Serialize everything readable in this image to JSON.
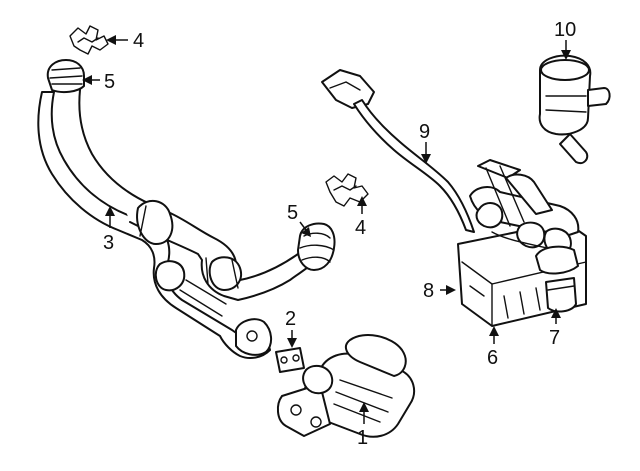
{
  "diagram": {
    "callouts": {
      "c1": "1",
      "c2": "2",
      "c3": "3",
      "c4a": "4",
      "c4b": "4",
      "c5a": "5",
      "c5b": "5",
      "c6": "6",
      "c7": "7",
      "c8": "8",
      "c9": "9",
      "c10": "10"
    }
  }
}
